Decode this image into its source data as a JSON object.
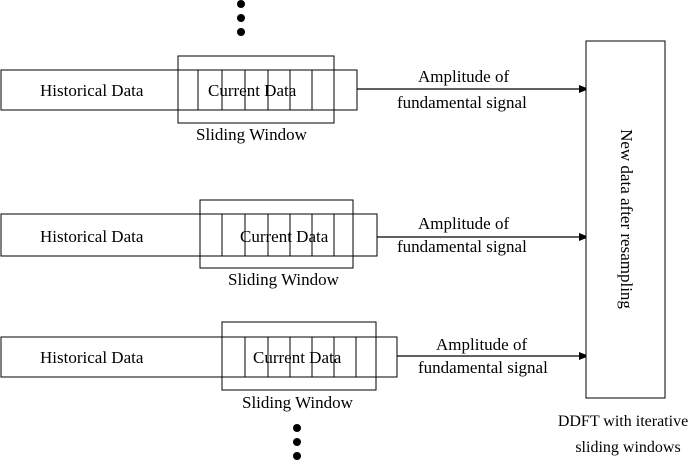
{
  "rows": [
    {
      "historical_label": "Historical Data",
      "current_label": "Current Data",
      "window_label": "Sliding Window",
      "arrow_label_line1": "Amplitude of",
      "arrow_label_line2": "fundamental signal"
    },
    {
      "historical_label": "Historical Data",
      "current_label": "Current Data",
      "window_label": "Sliding Window",
      "arrow_label_line1": "Amplitude of",
      "arrow_label_line2": "fundamental signal"
    },
    {
      "historical_label": "Historical Data",
      "current_label": "Current Data",
      "window_label": "Sliding Window",
      "arrow_label_line1": "Amplitude of",
      "arrow_label_line2": "fundamental signal"
    }
  ],
  "output_box_label": "New data after resampling",
  "caption_line1": "DDFT with iterative",
  "caption_line2": "sliding windows"
}
